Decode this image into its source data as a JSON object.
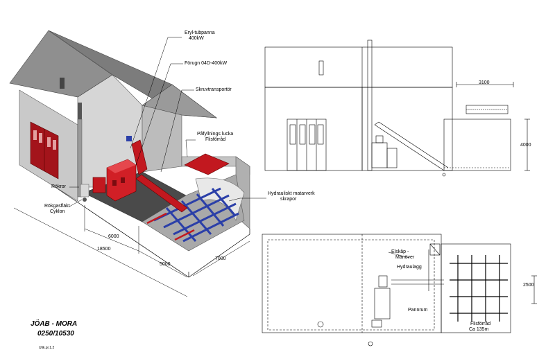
{
  "iso": {
    "labels": {
      "eryl": "Eryl-tubpanna",
      "eryl_kw": "400kW",
      "forugn": "Förugn 04D-400kW",
      "skruv": "Skruvtransportör",
      "pafyll": "Påfyllnings lucka",
      "pafyll_sub": "Flisförråd",
      "hydraul": "Hydrauliskt matarverk",
      "hydraul_sub": "skrapor",
      "rokror": "Rökror",
      "rokgas": "Rökgasfläkt",
      "rokgas_sub": "Cyklon"
    },
    "dims": {
      "d6000": "6000",
      "d18500": "18500",
      "d5000": "5000",
      "d7000": "7000"
    }
  },
  "elevation": {
    "dims": {
      "d3100": "3100",
      "d4000": "4000"
    }
  },
  "plan": {
    "labels": {
      "elskap": "Elskåp -",
      "elskap_sub": "Manöver",
      "hydraulagg": "Hydraulagg",
      "pannrum": "Pannrum",
      "flisforrad": "Flisförråd",
      "flis_area": "Ca 135m"
    },
    "dims": {
      "d2500": "2500"
    }
  },
  "titleblock": {
    "company": "JÖAB - MORA",
    "number": "0250/10530",
    "sheet": "Ulik.pr.1.2"
  }
}
